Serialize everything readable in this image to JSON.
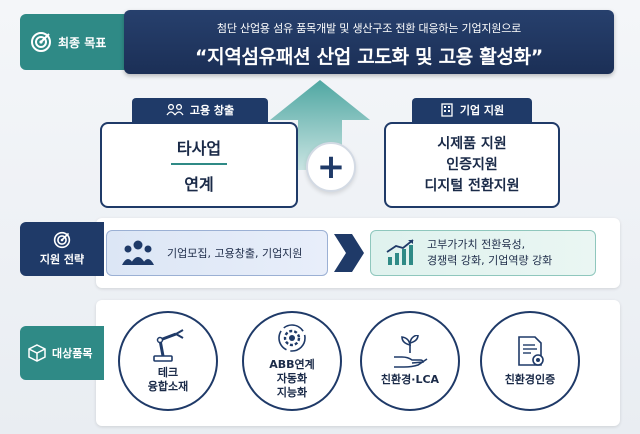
{
  "goal": {
    "tab_label": "최종 목표",
    "subtitle": "첨단 산업용 섬유 품목개발 및 생산구조 전환 대응하는 기업지원으로",
    "title": "“지역섬유패션 산업 고도화 및 고용 활성화”"
  },
  "pillars": {
    "employment": {
      "tab_label": "고용 창출",
      "line1": "타사업",
      "line2": "연계"
    },
    "corporate": {
      "tab_label": "기업 지원",
      "line1": "시제품 지원",
      "line2": "인증지원",
      "line3": "디지털 전환지원"
    },
    "plus_symbol": "+"
  },
  "strategy": {
    "tab_label": "지원 전략",
    "left_text": "기업모집, 고용창출, 기업지원",
    "right_line1": "고부가가치 전환육성,",
    "right_line2": "경쟁력 강화, 기업역량 강화"
  },
  "targets": {
    "tab_label": "대상품목",
    "items": [
      {
        "icon": "robot-arm-icon",
        "line1": "테크",
        "line2": "융합소재",
        "line3": ""
      },
      {
        "icon": "gear-cycle-icon",
        "line1": "ABB연계",
        "line2": "자동화",
        "line3": "지능화"
      },
      {
        "icon": "hand-plant-icon",
        "line1": "친환경·LCA",
        "line2": "",
        "line3": ""
      },
      {
        "icon": "certificate-icon",
        "line1": "친환경인증",
        "line2": "",
        "line3": ""
      }
    ]
  },
  "colors": {
    "navy": "#1f3a68",
    "teal": "#2f8a86",
    "goal_bg": "#1b2f56"
  }
}
